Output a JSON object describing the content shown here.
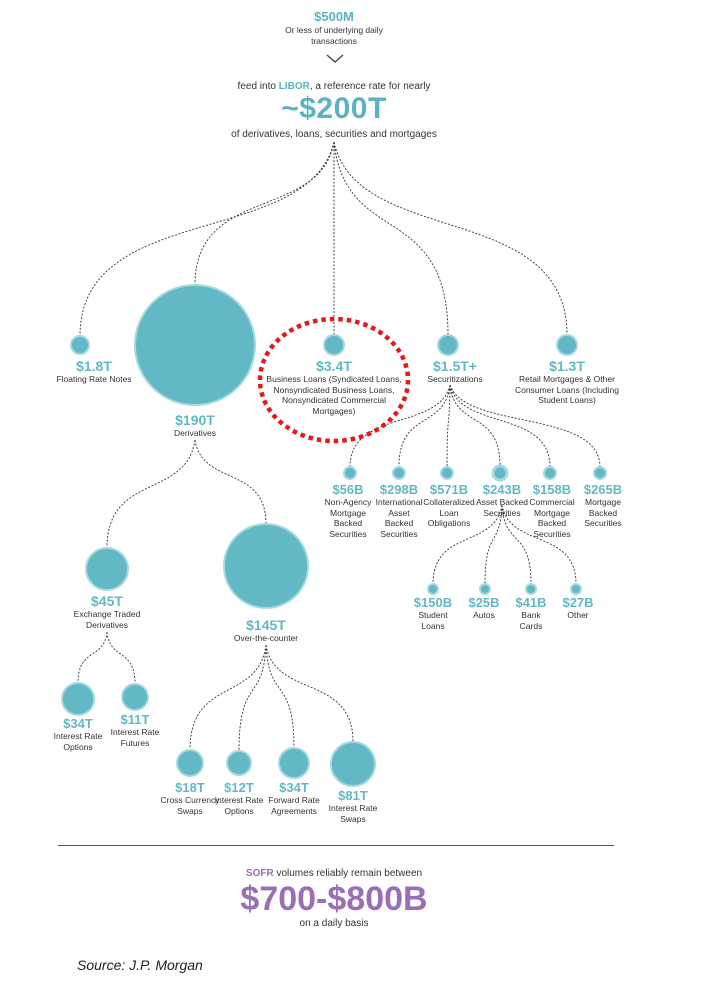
{
  "header": {
    "daily_amount": "$500M",
    "daily_desc_line1": "Or less of underlying daily",
    "daily_desc_line2": "transactions",
    "feed_prefix": "feed into ",
    "feed_libor": "LIBOR",
    "feed_suffix": ", a reference rate for nearly",
    "total_amount": "~$200T",
    "total_desc": "of derivatives, loans, securities and mortgages"
  },
  "nodes": {
    "frn": {
      "amount": "$1.8T",
      "label": [
        "Floating Rate Notes"
      ]
    },
    "derivatives": {
      "amount": "$190T",
      "label": [
        "Derivatives"
      ]
    },
    "business_loans": {
      "amount": "$3.4T",
      "label": [
        "Business Loans (Syndicated Loans,",
        "Nonsyndicated Business Loans,",
        "Nonsyndicated Commercial",
        "Mortgages)"
      ]
    },
    "securitizations": {
      "amount": "$1.5T+",
      "label": [
        "Securitizations"
      ]
    },
    "retail": {
      "amount": "$1.3T",
      "label": [
        "Retail Mortgages & Other",
        "Consumer Loans (Including",
        "Student Loans)"
      ]
    },
    "non_agency": {
      "amount": "$56B",
      "label": [
        "Non-Agency",
        "Mortgage",
        "Backed",
        "Securities"
      ]
    },
    "intl_abs": {
      "amount": "$298B",
      "label": [
        "International",
        "Asset",
        "Backed",
        "Securities"
      ]
    },
    "clo": {
      "amount": "$571B",
      "label": [
        "Collateralized",
        "Loan",
        "Obligations"
      ]
    },
    "abs": {
      "amount": "$243B",
      "label": [
        "Asset Backed",
        "Securities"
      ]
    },
    "cmbs": {
      "amount": "$158B",
      "label": [
        "Commercial",
        "Mortgage",
        "Backed",
        "Securities"
      ]
    },
    "mbs": {
      "amount": "$265B",
      "label": [
        "Mortgage",
        "Backed",
        "Securities"
      ]
    },
    "student": {
      "amount": "$150B",
      "label": [
        "Student",
        "Loans"
      ]
    },
    "autos": {
      "amount": "$25B",
      "label": [
        "Autos"
      ]
    },
    "cards": {
      "amount": "$41B",
      "label": [
        "Bank",
        "Cards"
      ]
    },
    "other": {
      "amount": "$27B",
      "label": [
        "Other"
      ]
    },
    "etd": {
      "amount": "$45T",
      "label": [
        "Exchange Traded",
        "Derivatives"
      ]
    },
    "otc": {
      "amount": "$145T",
      "label": [
        "Over-the-counter"
      ]
    },
    "iro": {
      "amount": "$34T",
      "label": [
        "Interest Rate",
        "Options"
      ]
    },
    "irf": {
      "amount": "$11T",
      "label": [
        "Interest Rate",
        "Futures"
      ]
    },
    "ccs": {
      "amount": "$18T",
      "label": [
        "Cross Currency",
        "Swaps"
      ]
    },
    "otc_iro": {
      "amount": "$12T",
      "label": [
        "Interest Rate",
        "Options"
      ]
    },
    "fra": {
      "amount": "$34T",
      "label": [
        "Forward Rate",
        "Agreements"
      ]
    },
    "irs": {
      "amount": "$81T",
      "label": [
        "Interest Rate",
        "Swaps"
      ]
    }
  },
  "footer": {
    "sofr_word": "SOFR",
    "sofr_suffix": " volumes reliably remain between",
    "sofr_range": "$700-$800B",
    "sofr_basis": "on a daily basis"
  },
  "source": "Source: J.P. Morgan",
  "colors": {
    "bubble": "#62b8c5",
    "bubble_stroke": "#a6d8e0",
    "libor": "#5bb3c1",
    "sofr": "#9a6fb5",
    "highlight": "#e01b1b"
  }
}
